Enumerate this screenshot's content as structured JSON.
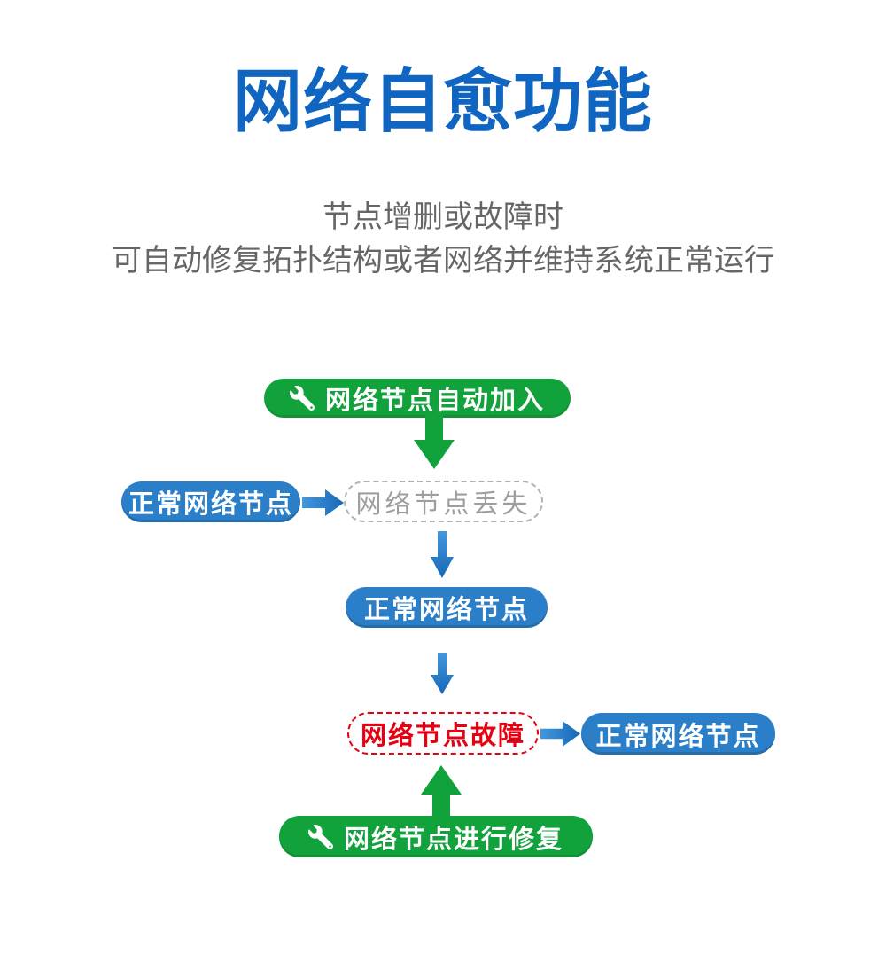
{
  "page": {
    "title": "网络自愈功能",
    "subtitle_line1": "节点增删或故障时",
    "subtitle_line2": "可自动修复拓扑结构或者网络并维持系统正常运行"
  },
  "flow": {
    "auto_join_label": "网络节点自动加入",
    "normal_node_1": "正常网络节点",
    "lost_label": "网络节点丢失",
    "normal_node_2": "正常网络节点",
    "fault_label": "网络节点故障",
    "normal_node_3": "正常网络节点",
    "repair_label": "网络节点进行修复"
  },
  "icons": {
    "green_pill_icon": "wrench-icon",
    "connectors": [
      "green-down-arrow",
      "blue-right-arrow",
      "blue-down-arrow",
      "blue-down-arrow",
      "blue-right-arrow",
      "green-up-arrow"
    ]
  },
  "colors": {
    "title_blue": "#1065C1",
    "subtitle_gray": "#666666",
    "green": "#12A23C",
    "node_blue": "#2B7FC8",
    "fault_red": "#E60012",
    "lost_text_gray": "#9E9E9E",
    "lost_border_gray": "#B3B3B3",
    "arrow_blue_light": "#4398DE",
    "arrow_blue_dark": "#1767B8"
  }
}
